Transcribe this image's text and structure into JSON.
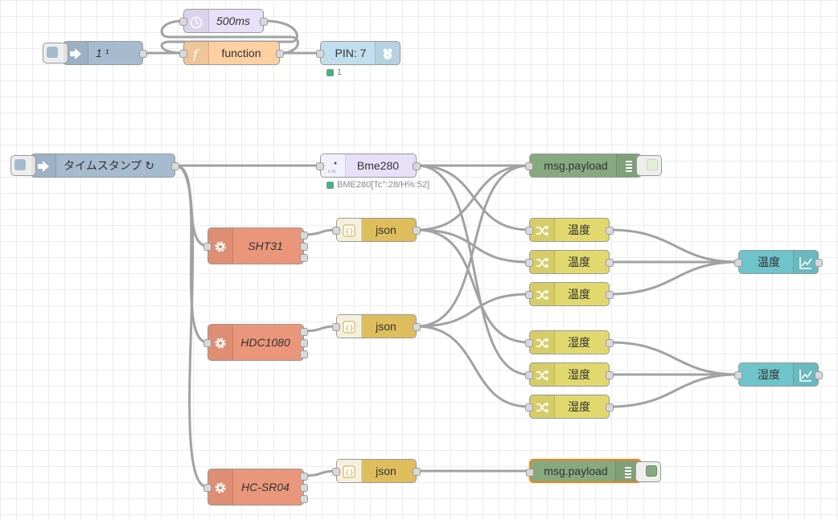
{
  "flows": {
    "inject_1": {
      "label": "1 ¹",
      "color": "#a6bbcf"
    },
    "delay_500": {
      "label": "500ms",
      "color": "#e6e0f8"
    },
    "function": {
      "label": "function",
      "color": "#fdd0a2"
    },
    "rpi_pin": {
      "label": "PIN: 7",
      "color": "#c0deed",
      "status": "1"
    },
    "inject_timestamp": {
      "label": "タイムスタンプ ↻",
      "color": "#a6bbcf"
    },
    "bme280": {
      "label": "Bme280",
      "color": "#e6e0f8",
      "status": "BME280[Tc°:28/H%:52]"
    },
    "debug_1": {
      "label": "msg.payload",
      "color": "#87a980"
    },
    "sht31": {
      "label": "SHT31",
      "color": "#e9967a"
    },
    "hdc1080": {
      "label": "HDC1080",
      "color": "#e9967a"
    },
    "hcsr04": {
      "label": "HC-SR04",
      "color": "#e9967a"
    },
    "json_1": {
      "label": "json",
      "color": "#debd5c"
    },
    "json_2": {
      "label": "json",
      "color": "#debd5c"
    },
    "json_3": {
      "label": "json",
      "color": "#debd5c"
    },
    "change_nodes": [
      {
        "label": "温度"
      },
      {
        "label": "温度"
      },
      {
        "label": "温度"
      },
      {
        "label": "湿度"
      },
      {
        "label": "湿度"
      },
      {
        "label": "湿度"
      }
    ],
    "change_color": "#e2d96e",
    "chart_temp": {
      "label": "温度",
      "color": "#6fc3ca"
    },
    "chart_humid": {
      "label": "湿度",
      "color": "#6fc3ca"
    },
    "debug_2": {
      "label": "msg.payload",
      "color": "#87a980"
    }
  }
}
